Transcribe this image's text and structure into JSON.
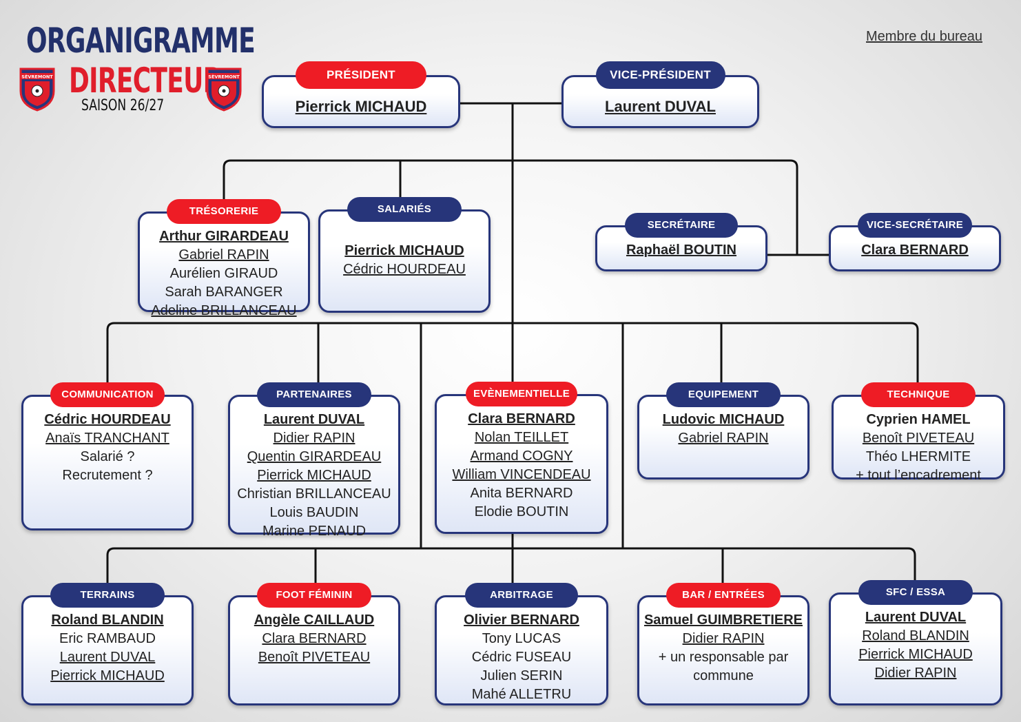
{
  "header": {
    "title_line1": "ORGANIGRAMME",
    "title_line2": "DIRECTEUR",
    "season": "SAISON 26/27",
    "legend": "Membre du bureau",
    "crest_text": "SÈVREMONT"
  },
  "colors": {
    "navy": "#27357a",
    "red": "#ee1c25"
  },
  "boxes": [
    {
      "id": "president",
      "label": "PRÉSIDENT",
      "color": "red",
      "members": [
        {
          "name": "Pierrick MICHAUD",
          "bold": true,
          "underline": true
        }
      ]
    },
    {
      "id": "vice-president",
      "label": "VICE-PRÉSIDENT",
      "color": "navy",
      "members": [
        {
          "name": "Laurent DUVAL",
          "bold": true,
          "underline": true
        }
      ]
    },
    {
      "id": "tresorerie",
      "label": "TRÉSORERIE",
      "color": "red",
      "members": [
        {
          "name": "Arthur GIRARDEAU",
          "bold": true,
          "underline": true
        },
        {
          "name": "Gabriel RAPIN",
          "underline": true
        },
        {
          "name": "Aurélien GIRAUD"
        },
        {
          "name": "Sarah BARANGER"
        },
        {
          "name": "Adeline BRILLANCEAU",
          "underline": true
        }
      ]
    },
    {
      "id": "salaries",
      "label": "SALARIÉS",
      "color": "navy",
      "members": [
        {
          "name": "Pierrick MICHAUD",
          "bold": true,
          "underline": true
        },
        {
          "name": "Cédric HOURDEAU",
          "underline": true
        }
      ]
    },
    {
      "id": "secretaire",
      "label": "SECRÉTAIRE",
      "color": "navy",
      "members": [
        {
          "name": "Raphaël BOUTIN",
          "bold": true,
          "underline": true
        }
      ]
    },
    {
      "id": "vice-secretaire",
      "label": "VICE-SECRÉTAIRE",
      "color": "navy",
      "members": [
        {
          "name": "Clara BERNARD",
          "bold": true,
          "underline": true
        }
      ]
    },
    {
      "id": "communication",
      "label": "COMMUNICATION",
      "color": "red",
      "members": [
        {
          "name": "Cédric HOURDEAU",
          "bold": true,
          "underline": true
        },
        {
          "name": "Anaïs TRANCHANT",
          "underline": true
        },
        {
          "name": "Salarié ?"
        },
        {
          "name": "Recrutement ?"
        }
      ]
    },
    {
      "id": "partenaires",
      "label": "PARTENAIRES",
      "color": "navy",
      "members": [
        {
          "name": "Laurent DUVAL",
          "bold": true,
          "underline": true
        },
        {
          "name": "Didier RAPIN",
          "underline": true
        },
        {
          "name": "Quentin GIRARDEAU",
          "underline": true
        },
        {
          "name": "Pierrick MICHAUD",
          "underline": true
        },
        {
          "name": "Christian BRILLANCEAU"
        },
        {
          "name": "Louis BAUDIN"
        },
        {
          "name": "Marine PENAUD"
        }
      ]
    },
    {
      "id": "evenementielle",
      "label": "EVÈNEMENTIELLE",
      "color": "red",
      "members": [
        {
          "name": "Clara BERNARD",
          "bold": true,
          "underline": true
        },
        {
          "name": "Nolan TEILLET",
          "underline": true
        },
        {
          "name": "Armand COGNY",
          "underline": true
        },
        {
          "name": "William VINCENDEAU",
          "underline": true
        },
        {
          "name": "Anita BERNARD"
        },
        {
          "name": "Elodie BOUTIN"
        }
      ]
    },
    {
      "id": "equipement",
      "label": "EQUIPEMENT",
      "color": "navy",
      "members": [
        {
          "name": "Ludovic MICHAUD",
          "bold": true,
          "underline": true
        },
        {
          "name": "Gabriel RAPIN",
          "underline": true
        }
      ]
    },
    {
      "id": "technique",
      "label": "TECHNIQUE",
      "color": "red",
      "members": [
        {
          "name": "Cyprien HAMEL",
          "bold": true
        },
        {
          "name": "Benoît PIVETEAU",
          "underline": true
        },
        {
          "name": "Théo LHERMITE"
        },
        {
          "name": "+ tout l’encadrement"
        }
      ]
    },
    {
      "id": "terrains",
      "label": "TERRAINS",
      "color": "navy",
      "members": [
        {
          "name": "Roland BLANDIN",
          "bold": true,
          "underline": true
        },
        {
          "name": "Eric RAMBAUD"
        },
        {
          "name": "Laurent DUVAL",
          "underline": true
        },
        {
          "name": "Pierrick MICHAUD",
          "underline": true
        }
      ]
    },
    {
      "id": "foot-feminin",
      "label": "FOOT FÉMININ",
      "color": "red",
      "members": [
        {
          "name": "Angèle CAILLAUD",
          "bold": true,
          "underline": true
        },
        {
          "name": "Clara BERNARD",
          "underline": true
        },
        {
          "name": "Benoît PIVETEAU",
          "underline": true
        }
      ]
    },
    {
      "id": "arbitrage",
      "label": "ARBITRAGE",
      "color": "navy",
      "members": [
        {
          "name": "Olivier BERNARD",
          "bold": true,
          "underline": true
        },
        {
          "name": "Tony LUCAS"
        },
        {
          "name": "Cédric FUSEAU"
        },
        {
          "name": "Julien SERIN"
        },
        {
          "name": "Mahé ALLETRU"
        }
      ]
    },
    {
      "id": "bar-entrees",
      "label": "BAR / ENTRÉES",
      "color": "red",
      "members": [
        {
          "name": "Samuel GUIMBRETIERE",
          "bold": true,
          "underline": true
        },
        {
          "name": "Didier RAPIN",
          "underline": true
        },
        {
          "name": "+ un responsable par"
        },
        {
          "name": "commune"
        }
      ]
    },
    {
      "id": "sfc-essa",
      "label": "SFC / ESSA",
      "color": "navy",
      "members": [
        {
          "name": "Laurent DUVAL",
          "bold": true,
          "underline": true
        },
        {
          "name": "Roland BLANDIN",
          "underline": true
        },
        {
          "name": "Pierrick MICHAUD",
          "underline": true
        },
        {
          "name": "Didier RAPIN",
          "underline": true
        }
      ]
    }
  ]
}
